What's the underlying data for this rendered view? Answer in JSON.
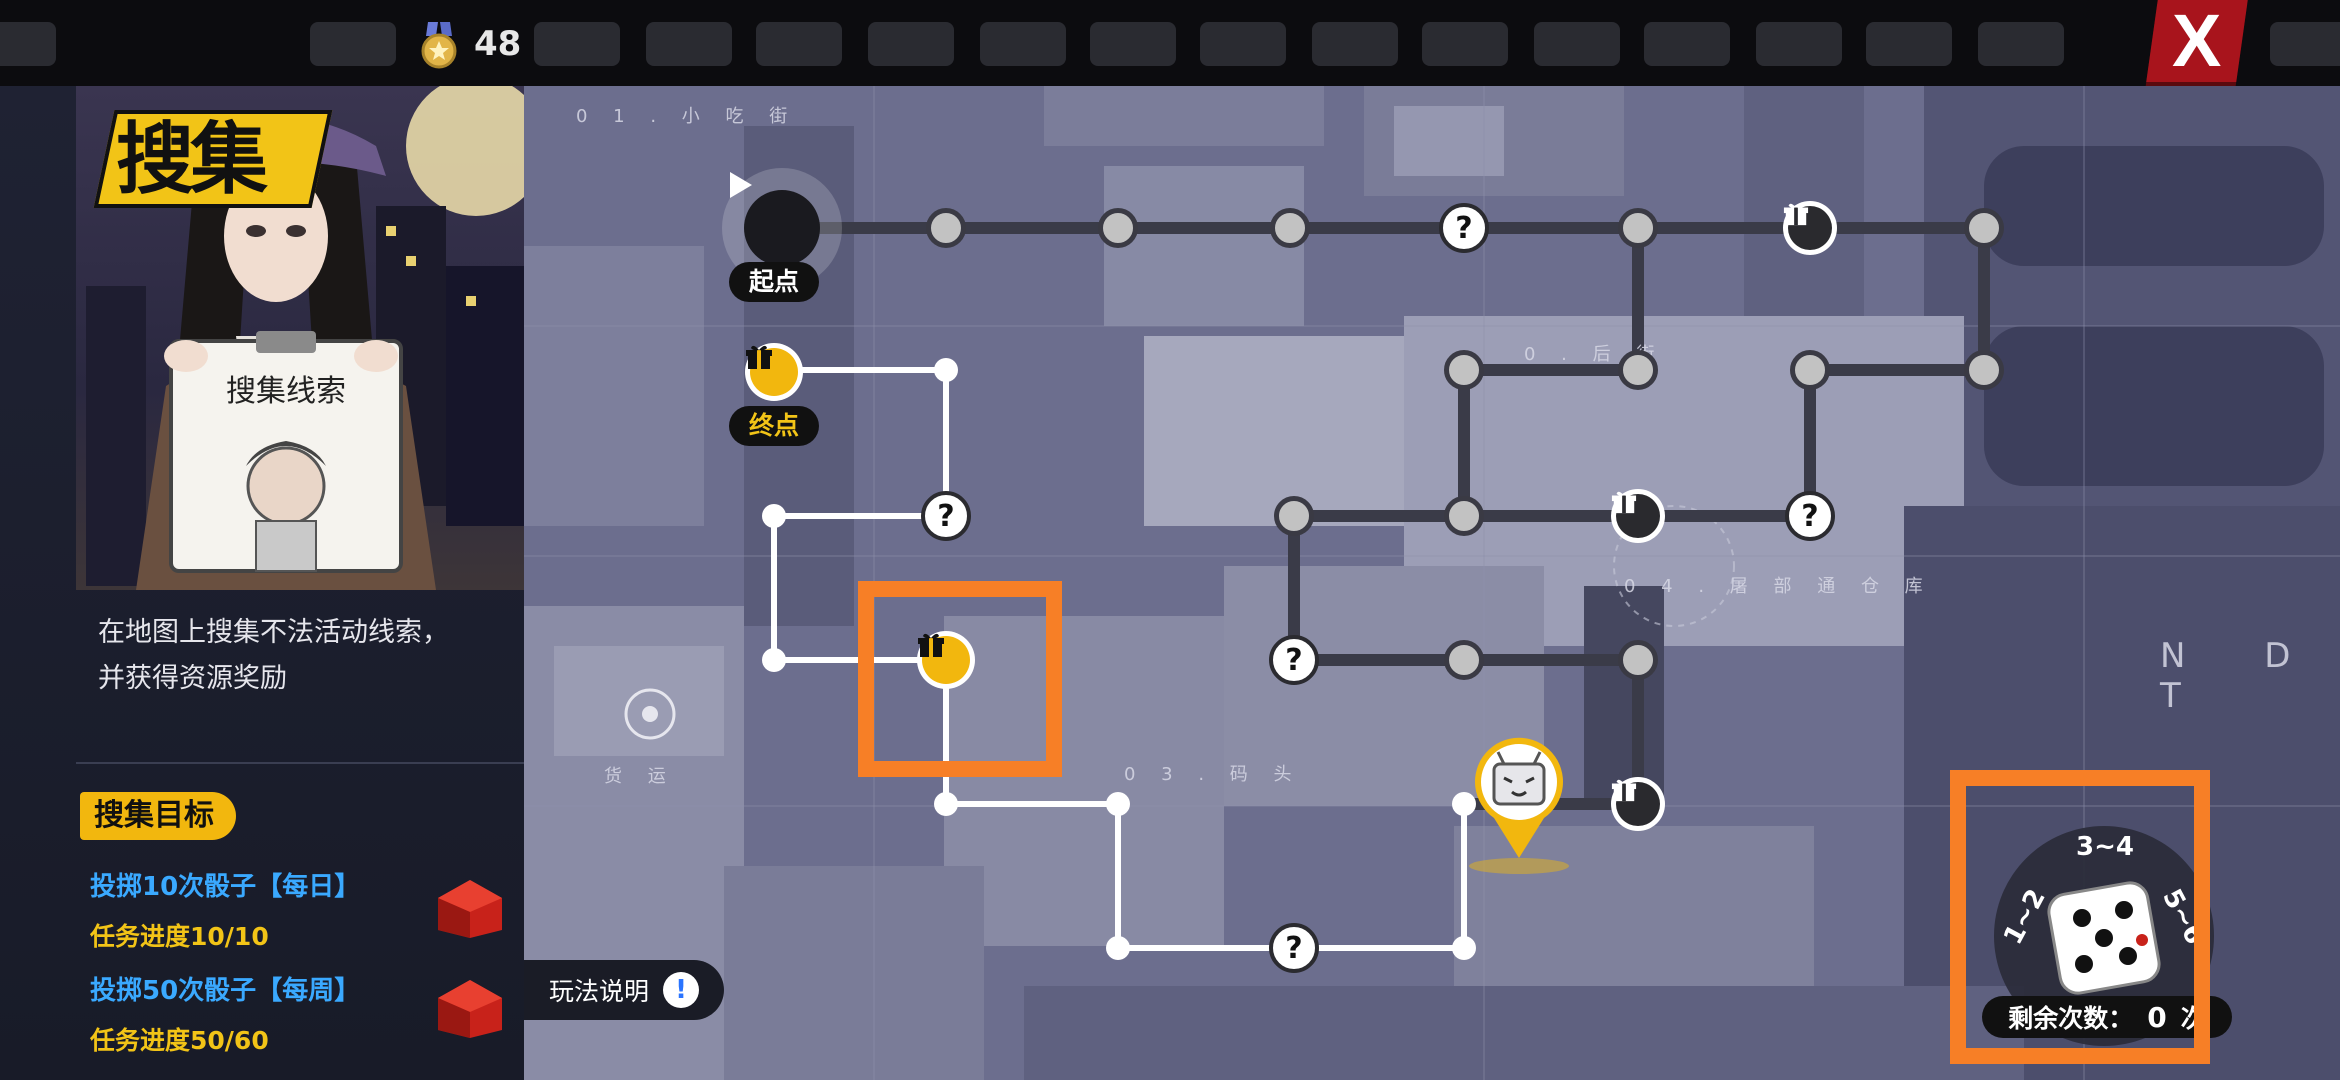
{
  "top_bar": {
    "medal_count": "48",
    "close_label": "X"
  },
  "event": {
    "title": "搜集",
    "portrait_sign": "搜集线索",
    "description_line1": "在地图上搜集不法活动线索，",
    "description_line2": "并获得资源奖励"
  },
  "goals": {
    "header": "搜集目标",
    "tasks": [
      {
        "name": "投掷10次骰子",
        "freq": "【每日】",
        "progress": "任务进度10/10"
      },
      {
        "name": "投掷50次骰子",
        "freq": "【每周】",
        "progress": "任务进度50/60"
      }
    ]
  },
  "rules_button": {
    "label": "玩法说明",
    "icon": "info-icon"
  },
  "map": {
    "start_label": "起点",
    "end_label": "终点",
    "streets": [
      "0 1 . 小 吃 街",
      "0 . 后 街",
      "0 4 . 屠 部 通 仓 库",
      "0 3 . 码 头",
      "货 运",
      "N D T"
    ],
    "question_mark": "?"
  },
  "dice": {
    "segments": [
      "1~2",
      "3~4",
      "5~6"
    ],
    "remaining_label": "剩余次数：",
    "remaining_count": "0",
    "remaining_unit": "次"
  },
  "colors": {
    "accent_gold": "#f2b70e",
    "highlight_orange": "#f77f26",
    "close_red": "#a8141c",
    "task_blue": "#3aa9ff"
  }
}
